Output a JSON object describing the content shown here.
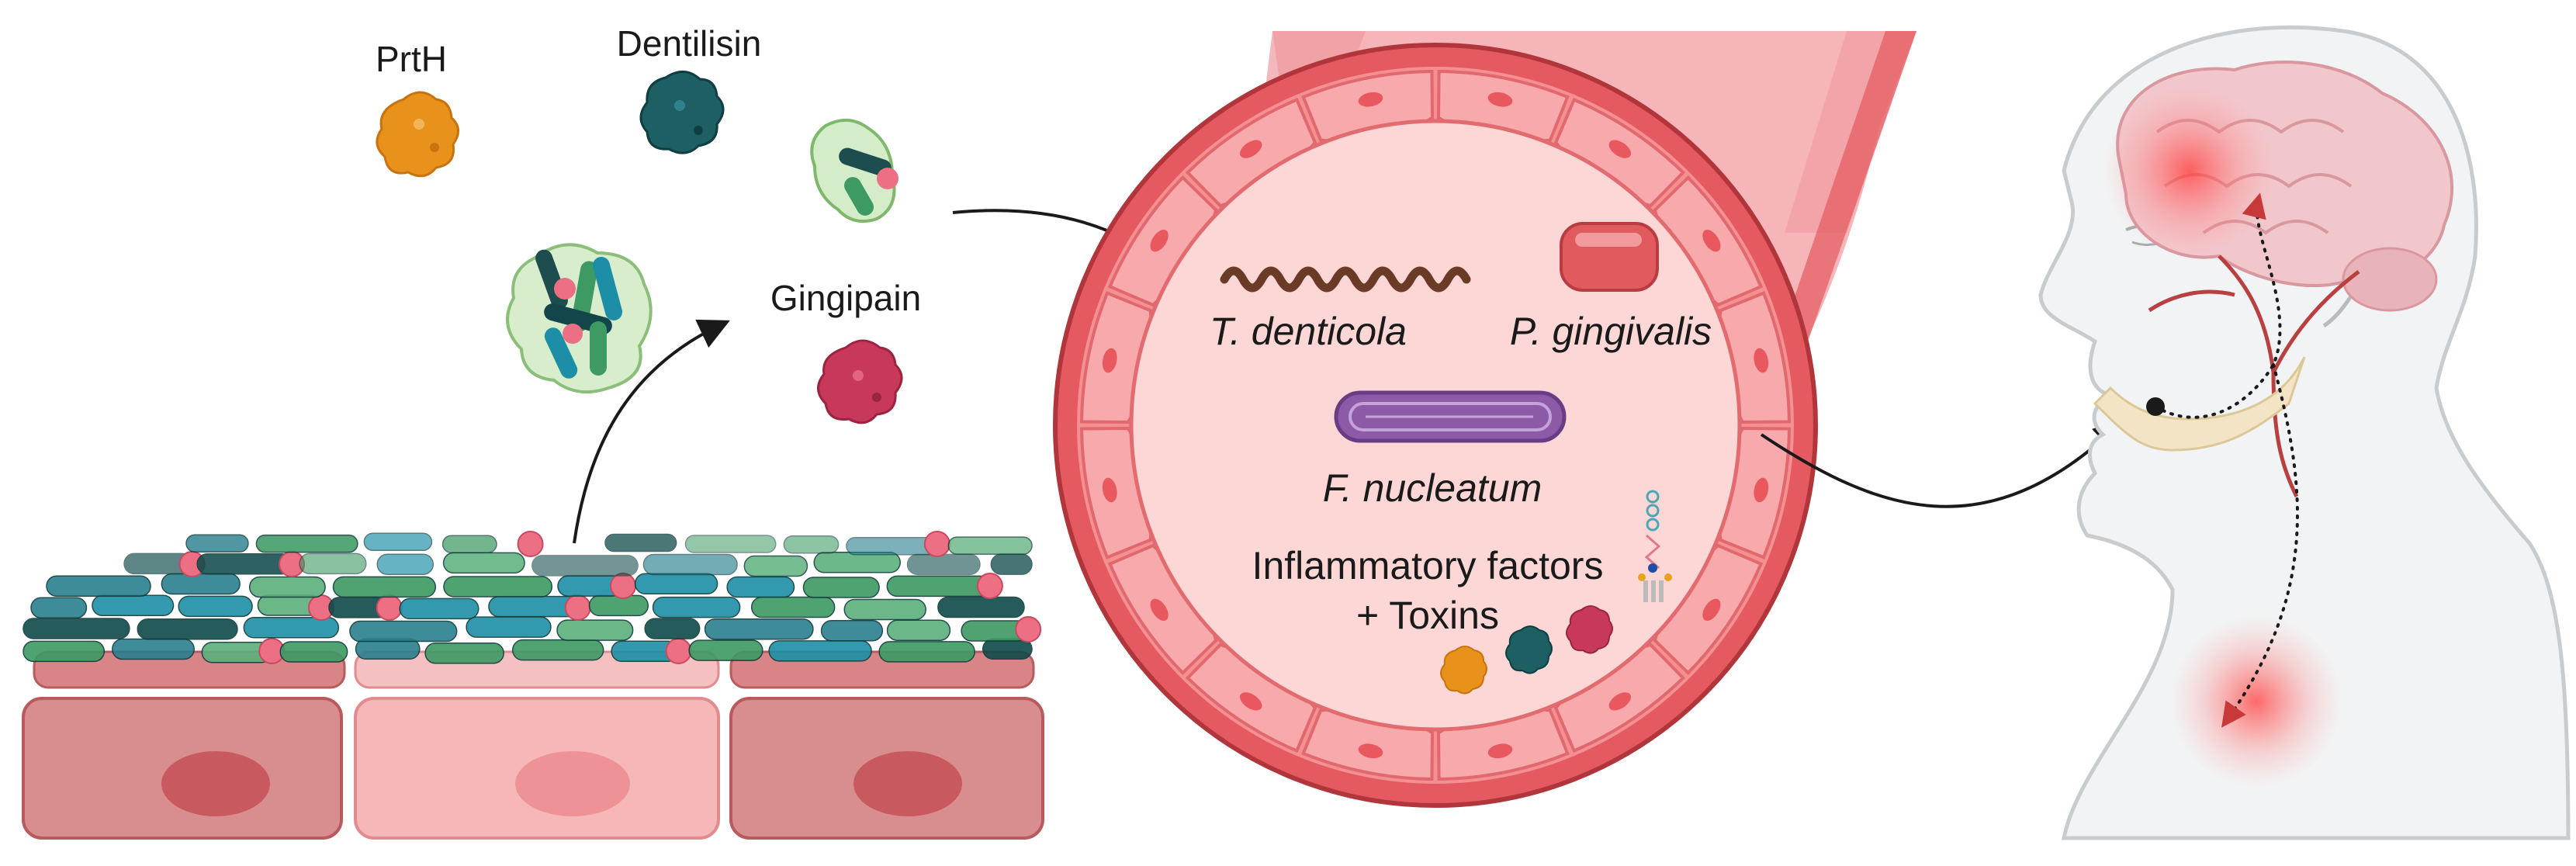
{
  "proteins": {
    "prth": "PrtH",
    "dentilisin": "Dentilisin",
    "gingipain": "Gingipain"
  },
  "vessel": {
    "t_denticola": "T. denticola",
    "p_gingivalis": "P. gingivalis",
    "f_nucleatum": "F. nucleatum",
    "inflammatory_line1": "Inflammatory factors",
    "inflammatory_line2": "+ Toxins"
  },
  "colors": {
    "prth": "#e8921c",
    "dentilisin": "#1e5f63",
    "gingipain": "#c8385a",
    "vessel_wall": "#e45a60",
    "vessel_lumen": "#fbd7d6",
    "f_nucleatum": "#8d5aa8",
    "t_denticola": "#6a3b26",
    "p_gingivalis": "#e05a5e",
    "tissue_dark": "#d98587",
    "tissue_light": "#f5b4b6",
    "biofilm_green": "#3c9a62",
    "biofilm_teal": "#1c8fa6",
    "biofilm_dark": "#0f4a4a",
    "head_gray": "#c9cccf"
  }
}
